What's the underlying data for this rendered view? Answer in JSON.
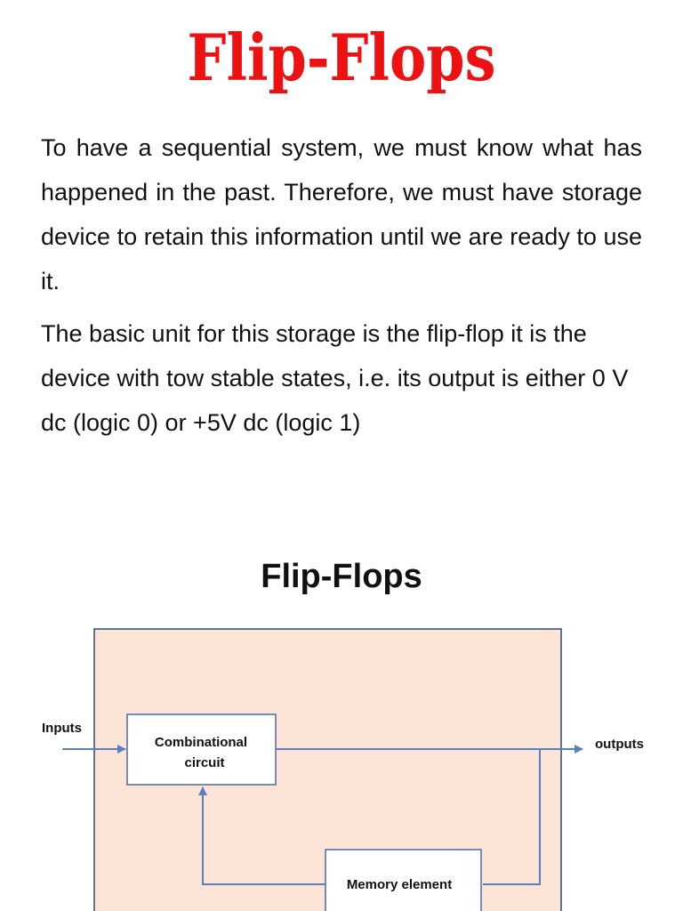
{
  "title": "Flip-Flops",
  "paragraphs": [
    "To have a sequential system, we must know what has happened in the past. Therefore, we must have storage device to retain this information until we are ready to use it.",
    "The basic unit for this storage is the flip-flop it is the device with tow stable states, i.e. its output is either 0 V dc (logic 0) or +5V dc (logic 1)"
  ],
  "diagram": {
    "title": "Flip-Flops",
    "inputs_label": "Inputs",
    "outputs_label": "outputs",
    "combinational_line1": "Combinational",
    "combinational_line2": "circuit",
    "memory_label": "Memory element",
    "colors": {
      "panel_fill": "#fce4d6",
      "panel_border": "#2e4a7a",
      "arrow": "#5b7fbf",
      "box_border": "#4a6aa5"
    }
  }
}
